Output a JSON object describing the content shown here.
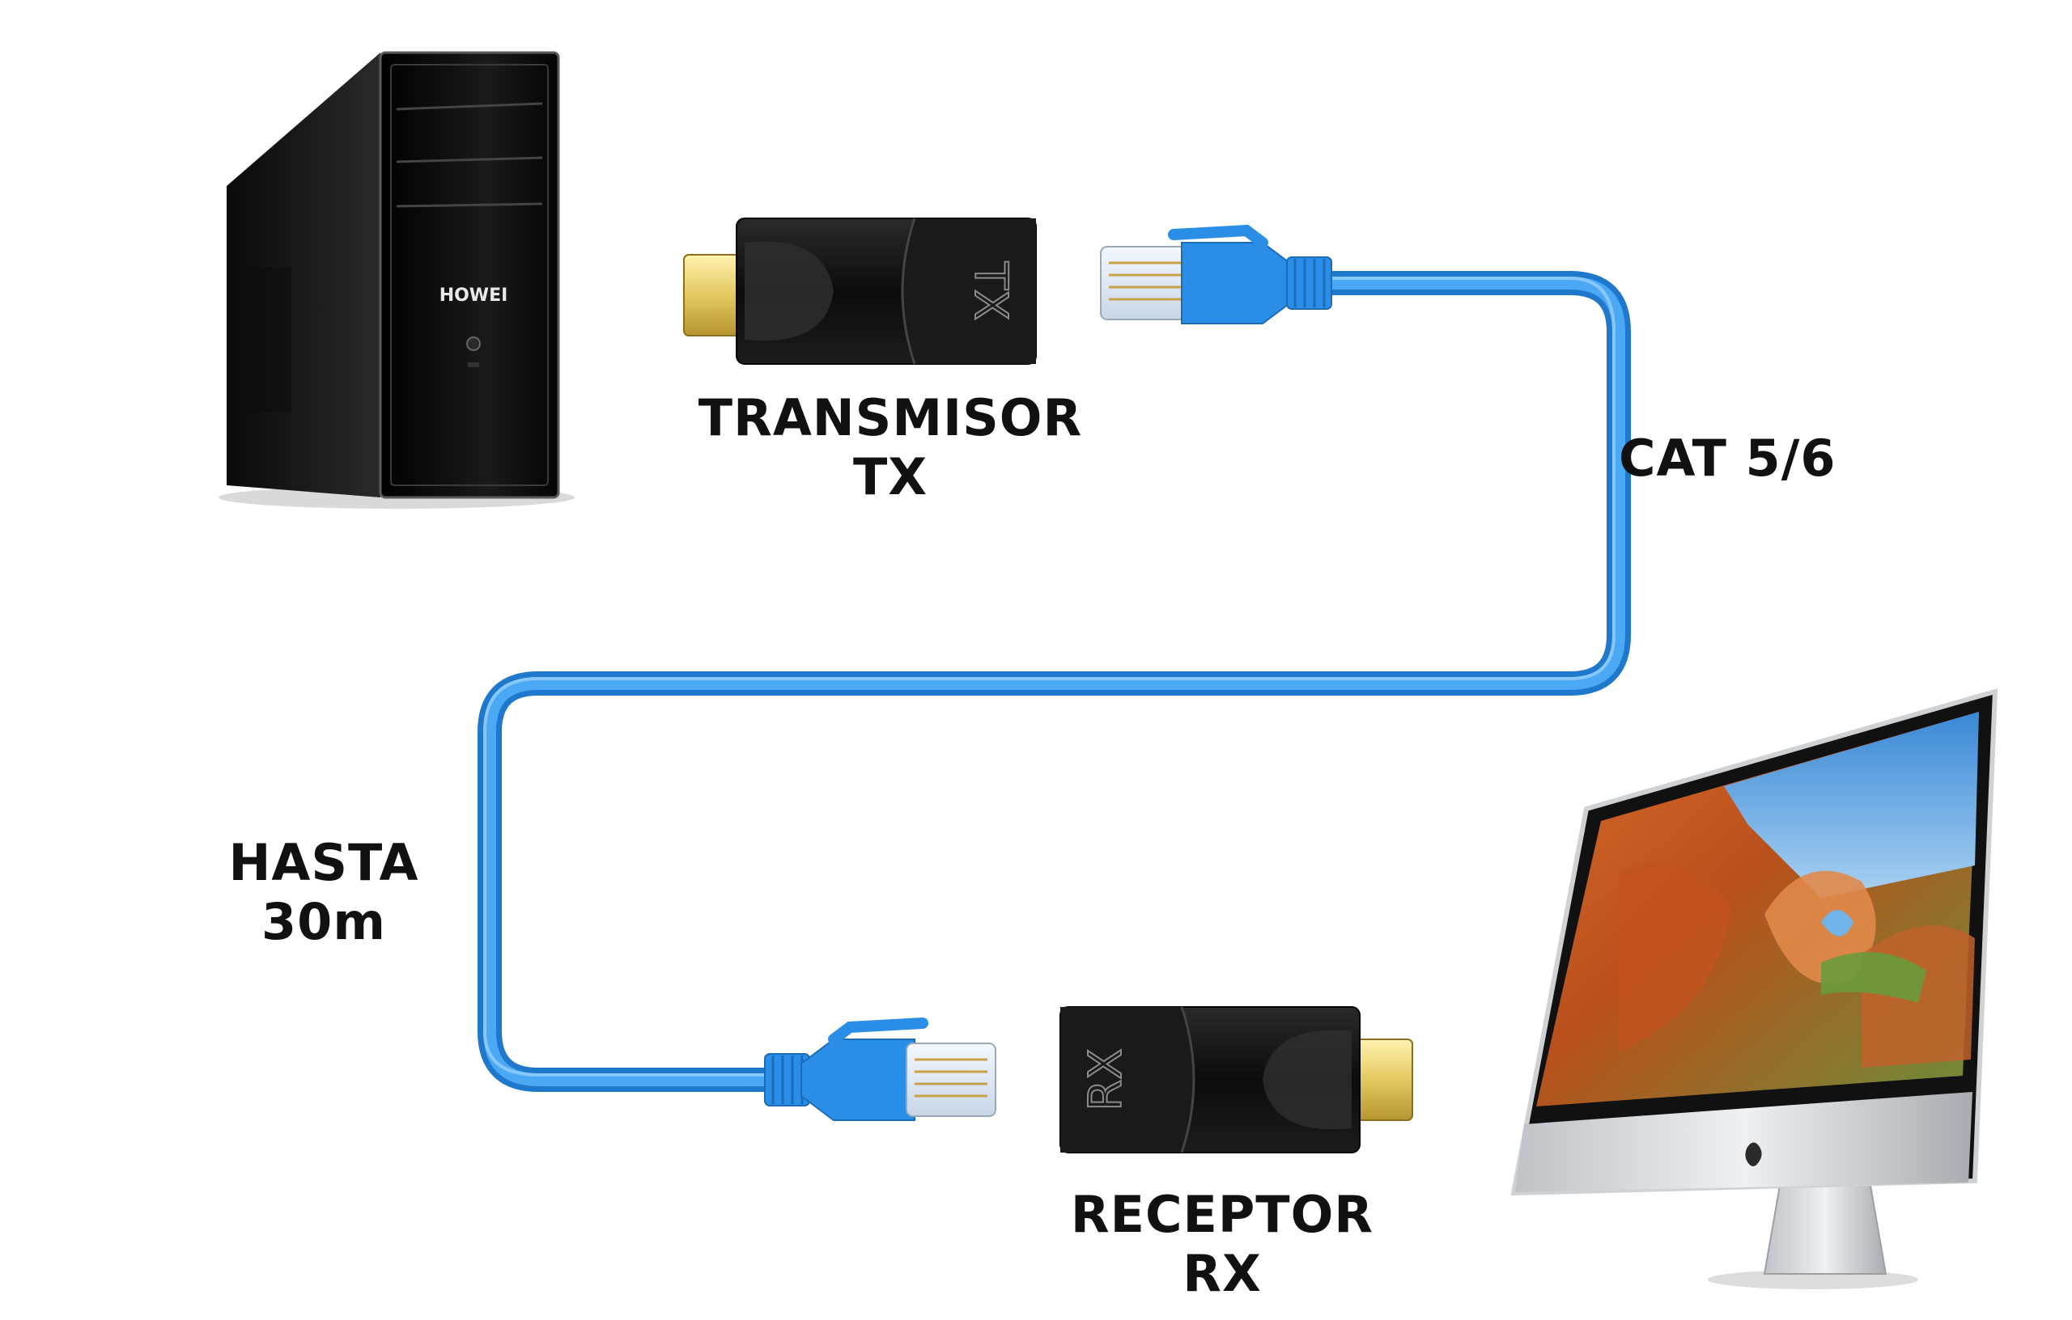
{
  "transmitter": {
    "line1": "TRANSMISOR",
    "line2": "TX",
    "device_mark": "TX"
  },
  "cable": {
    "label": "CAT 5/6"
  },
  "distance": {
    "line1": "HASTA",
    "line2": "30m"
  },
  "receiver": {
    "line1": "RECEPTOR",
    "line2": "RX",
    "device_mark": "RX"
  },
  "pc_tower": {
    "brand": "HOWEI"
  },
  "colors": {
    "cable": "#2b8ee6",
    "cable_highlight": "#6cc0ff",
    "device_body": "#111111",
    "hdmi_gold": "#e3c860",
    "label": "#111111"
  }
}
